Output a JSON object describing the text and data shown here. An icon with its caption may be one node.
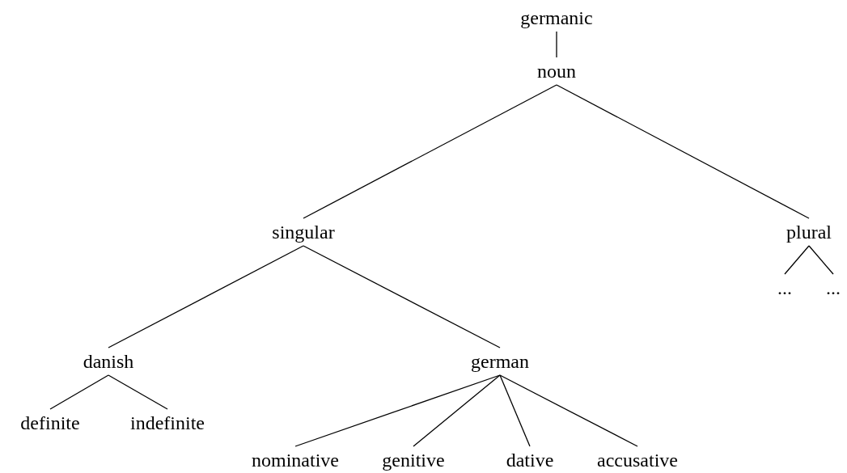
{
  "diagram": {
    "nodes": [
      {
        "text": [
          "germanic"
        ]
      },
      {
        "text": [
          "noun"
        ]
      },
      {
        "text": [
          "singular"
        ]
      },
      {
        "text": [
          "plural"
        ]
      },
      {
        "text": [
          "..."
        ]
      },
      {
        "text": [
          "..."
        ]
      },
      {
        "text": [
          "danish"
        ]
      },
      {
        "text": [
          "german"
        ]
      },
      {
        "text": [
          "definite"
        ]
      },
      {
        "text": [
          "indefinite"
        ]
      },
      {
        "text": [
          "nominative"
        ]
      },
      {
        "text": [
          "genitive"
        ]
      },
      {
        "text": [
          "dative"
        ]
      },
      {
        "text": [
          "accusative"
        ]
      }
    ],
    "edges": [
      {
        "from": 0,
        "to": 1,
        "arrow": "none"
      },
      {
        "from": 1,
        "to": 2,
        "arrow": "none"
      },
      {
        "from": 1,
        "to": 3,
        "arrow": "none"
      },
      {
        "from": 3,
        "to": 4,
        "arrow": "none"
      },
      {
        "from": 3,
        "to": 5,
        "arrow": "none"
      },
      {
        "from": 2,
        "to": 6,
        "arrow": "none"
      },
      {
        "from": 2,
        "to": 7,
        "arrow": "none"
      },
      {
        "from": 6,
        "to": 8,
        "arrow": "none"
      },
      {
        "from": 6,
        "to": 9,
        "arrow": "none"
      },
      {
        "from": 7,
        "to": 10,
        "arrow": "none"
      },
      {
        "from": 7,
        "to": 11,
        "arrow": "none"
      },
      {
        "from": 7,
        "to": 12,
        "arrow": "none"
      },
      {
        "from": 7,
        "to": 13,
        "arrow": "none"
      }
    ]
  }
}
